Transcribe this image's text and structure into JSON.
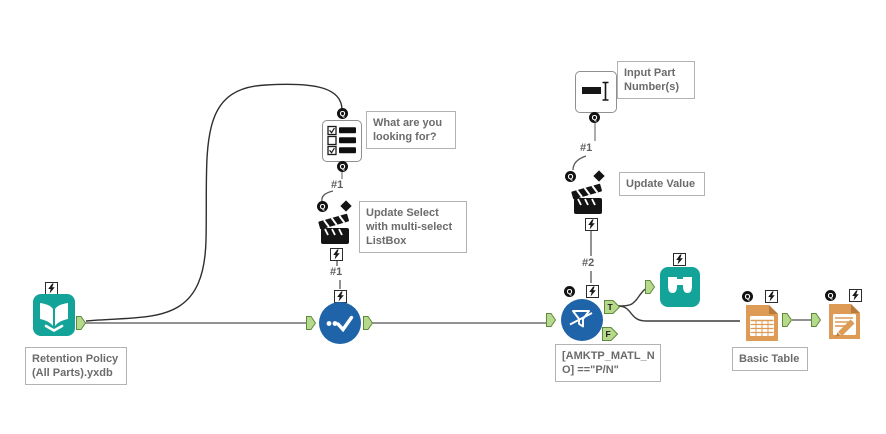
{
  "colors": {
    "teal": "#14A399",
    "blue": "#1F63A8",
    "orange": "#DD9B55",
    "orange-dark": "#B97C3C",
    "connector": "#6e6e6e"
  },
  "anchors": {
    "q": "Q",
    "true": "T",
    "false": "F"
  },
  "nodes": {
    "input_data": {
      "label": [
        "Retention Policy",
        "(All Parts).yxdb"
      ]
    },
    "listbox": {
      "annotation": [
        "What are you",
        "looking for?"
      ]
    },
    "action_update_select": {
      "annotation": [
        "Update Select",
        "with multi-select",
        "ListBox"
      ]
    },
    "select": {},
    "text_box": {
      "annotation": [
        "Input Part",
        "Number(s)"
      ]
    },
    "action_update_value": {
      "annotation": [
        "Update Value"
      ]
    },
    "filter": {
      "annotation": [
        "[AMKTP_MATL_N",
        "O] ==\"P/N\""
      ]
    },
    "browse": {},
    "basic_table": {
      "annotation": [
        "Basic Table"
      ]
    },
    "render": {}
  },
  "connection_labels": {
    "listbox_to_action": "#1",
    "action_to_select": "#1",
    "textbox_to_action": "#1",
    "action_to_filter": "#2"
  }
}
